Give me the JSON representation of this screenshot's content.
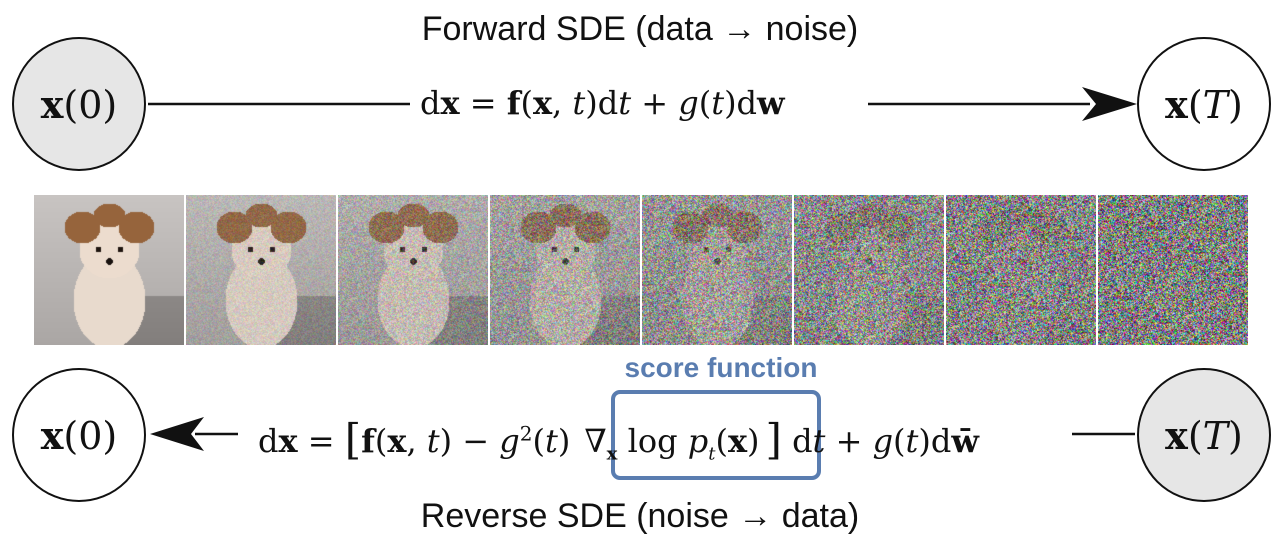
{
  "forward": {
    "caption": "Forward SDE (data → noise)",
    "start_node": "x(0)",
    "end_node": "x(T)",
    "equation": "dx = f(x, t)dt + g(t)dw"
  },
  "reverse": {
    "caption": "Reverse SDE (noise → data)",
    "start_node": "x(T)",
    "end_node": "x(0)",
    "equation": "dx = [f(x, t) − g²(t)∇ₓ log pₜ(x)] dt + g(t)dw̄",
    "score_label": "score function",
    "score_term": "∇ₓ log pₜ(x)"
  },
  "colors": {
    "score_accent": "#5a7db0",
    "start_node_fill": "#e6e6e6",
    "end_node_fill": "#ffffff"
  },
  "noise_levels": [
    0,
    0.18,
    0.34,
    0.5,
    0.66,
    0.8,
    0.9,
    0.97
  ]
}
